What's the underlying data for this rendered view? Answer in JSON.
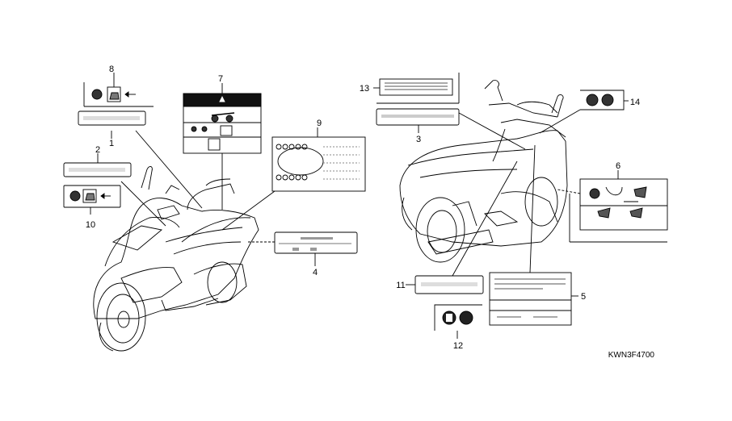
{
  "diagram": {
    "drawing_code": "KWN3F4700",
    "callouts": [
      {
        "id": "callout-1",
        "text": "1"
      },
      {
        "id": "callout-2",
        "text": "2"
      },
      {
        "id": "callout-3",
        "text": "3"
      },
      {
        "id": "callout-4",
        "text": "4"
      },
      {
        "id": "callout-5",
        "text": "5"
      },
      {
        "id": "callout-6",
        "text": "6"
      },
      {
        "id": "callout-7",
        "text": "7"
      },
      {
        "id": "callout-8",
        "text": "8"
      },
      {
        "id": "callout-9",
        "text": "9"
      },
      {
        "id": "callout-10",
        "text": "10"
      },
      {
        "id": "callout-11",
        "text": "11"
      },
      {
        "id": "callout-12",
        "text": "12"
      },
      {
        "id": "callout-13",
        "text": "13"
      },
      {
        "id": "callout-14",
        "text": "14"
      }
    ]
  }
}
